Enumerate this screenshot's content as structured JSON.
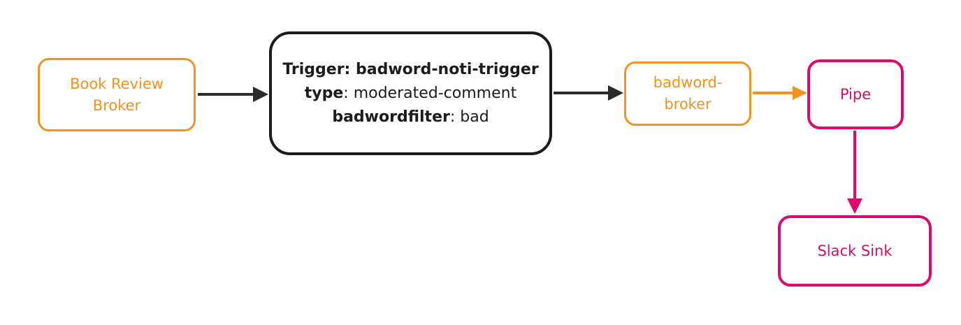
{
  "diagram": {
    "type": "flow-diagram",
    "colors": {
      "broker_orange": "#F0931F",
      "trigger_black": "#1C1C1C",
      "pipe_pink": "#DB0B6D",
      "arrow_dark": "#2B2B2B",
      "background": "#FFFFFF"
    },
    "nodes": {
      "book_review_broker": {
        "line1": "Book Review",
        "line2": "Broker",
        "full_label": "Book Review Broker"
      },
      "trigger_filter": {
        "line1": "Trigger: badword-noti-trigger",
        "line2_key": "type",
        "line2_value": ": moderated-comment",
        "line3_key": "badwordfilter",
        "line3_value": ": bad"
      },
      "badword_broker": {
        "line1": "badword-",
        "line2": "broker",
        "full_label": "badword-broker"
      },
      "pipe": {
        "label": "Pipe"
      },
      "slack_sink": {
        "label": "Slack Sink"
      }
    },
    "edges": [
      {
        "from": "book-review-broker",
        "to": "trigger-filter",
        "direction": "right",
        "color": "#2B2B2B"
      },
      {
        "from": "trigger-filter",
        "to": "badword-broker",
        "direction": "right",
        "color": "#2B2B2B"
      },
      {
        "from": "badword-broker",
        "to": "pipe",
        "direction": "right",
        "color": "#F0931F"
      },
      {
        "from": "pipe",
        "to": "slack-sink",
        "direction": "down",
        "color": "#DB0B6D"
      }
    ]
  }
}
